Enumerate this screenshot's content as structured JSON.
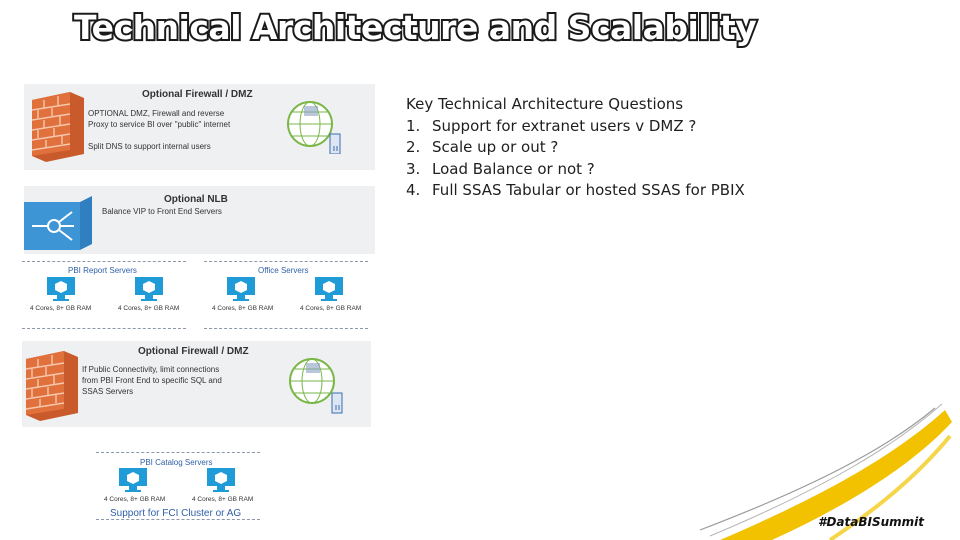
{
  "slide": {
    "title": "Technical Architecture and Scalability",
    "hashtag": "#DataBISummit"
  },
  "diagram": {
    "firewall_top": {
      "title": "Optional Firewall / DMZ",
      "line1": "OPTIONAL DMZ, Firewall and reverse",
      "line2": "Proxy to service BI over \"public\" internet",
      "line3": "Split DNS to support internal users"
    },
    "nlb": {
      "title": "Optional NLB",
      "text": "Balance VIP to Front End Servers"
    },
    "report_servers": {
      "label": "PBI Report Servers",
      "spec_a": "4 Cores, 8+ GB RAM",
      "spec_b": "4 Cores, 8+ GB RAM"
    },
    "office_servers": {
      "label": "Office Servers",
      "spec_a": "4 Cores, 8+ GB RAM",
      "spec_b": "4 Cores, 8+ GB RAM"
    },
    "firewall_bottom": {
      "title": "Optional Firewall / DMZ",
      "line1": "If Public Connectivity, limit connections",
      "line2": "from PBI Front End to specific SQL and",
      "line3": "SSAS Servers"
    },
    "catalog_servers": {
      "label": "PBI Catalog Servers",
      "spec_a": "4 Cores, 8+ GB RAM",
      "spec_b": "4 Cores, 8+ GB RAM",
      "footer": "Support for FCI Cluster or AG"
    }
  },
  "questions": {
    "heading": "Key Technical Architecture Questions",
    "items": [
      {
        "num": "1.",
        "text": "Support for extranet users v DMZ ?"
      },
      {
        "num": "2.",
        "text": "Scale up or out ?"
      },
      {
        "num": "3.",
        "text": "Load Balance or not ?"
      },
      {
        "num": "4.",
        "text": "Full SSAS Tabular or hosted SSAS for PBIX"
      }
    ]
  },
  "colors": {
    "firewall_brick": "#e0703c",
    "server_blue": "#1f9bd7",
    "group_label_blue": "#2f5fa8",
    "swoosh_yellow": "#f2c200"
  }
}
